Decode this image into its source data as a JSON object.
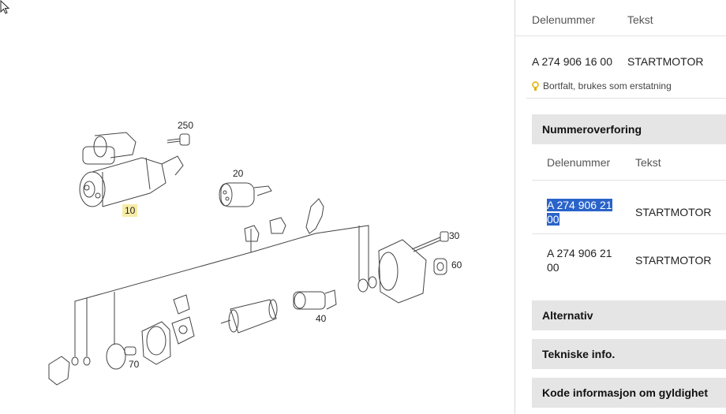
{
  "diagram": {
    "callouts": {
      "c250": "250",
      "c10": "10",
      "c20": "20",
      "c30": "30",
      "c60": "60",
      "c40": "40",
      "c70": "70"
    },
    "highlight_color": "#f7eca6"
  },
  "panel": {
    "header": {
      "col_number": "Delenummer",
      "col_text": "Tekst"
    },
    "part": {
      "number": "A 274 906 16 00",
      "text": "STARTMOTOR"
    },
    "note": "Bortfalt, brukes som erstatning",
    "nummeroverforing": {
      "title": "Nummeroverforing",
      "col_number": "Delenummer",
      "col_text": "Tekst",
      "rows": [
        {
          "number_line1": "A 274 906 21",
          "number_line2": "00",
          "text": "STARTMOTOR"
        },
        {
          "number_line1": "A 274 906 21",
          "number_line2": "00",
          "text": "STARTMOTOR"
        }
      ]
    },
    "sections": {
      "alternativ": "Alternativ",
      "tekniske": "Tekniske info.",
      "kode": "Kode informasjon om gyldighet"
    },
    "colors": {
      "section_bg": "#e5e5e5",
      "selection": "#2a63c9",
      "note_icon": "#e0b000"
    }
  }
}
